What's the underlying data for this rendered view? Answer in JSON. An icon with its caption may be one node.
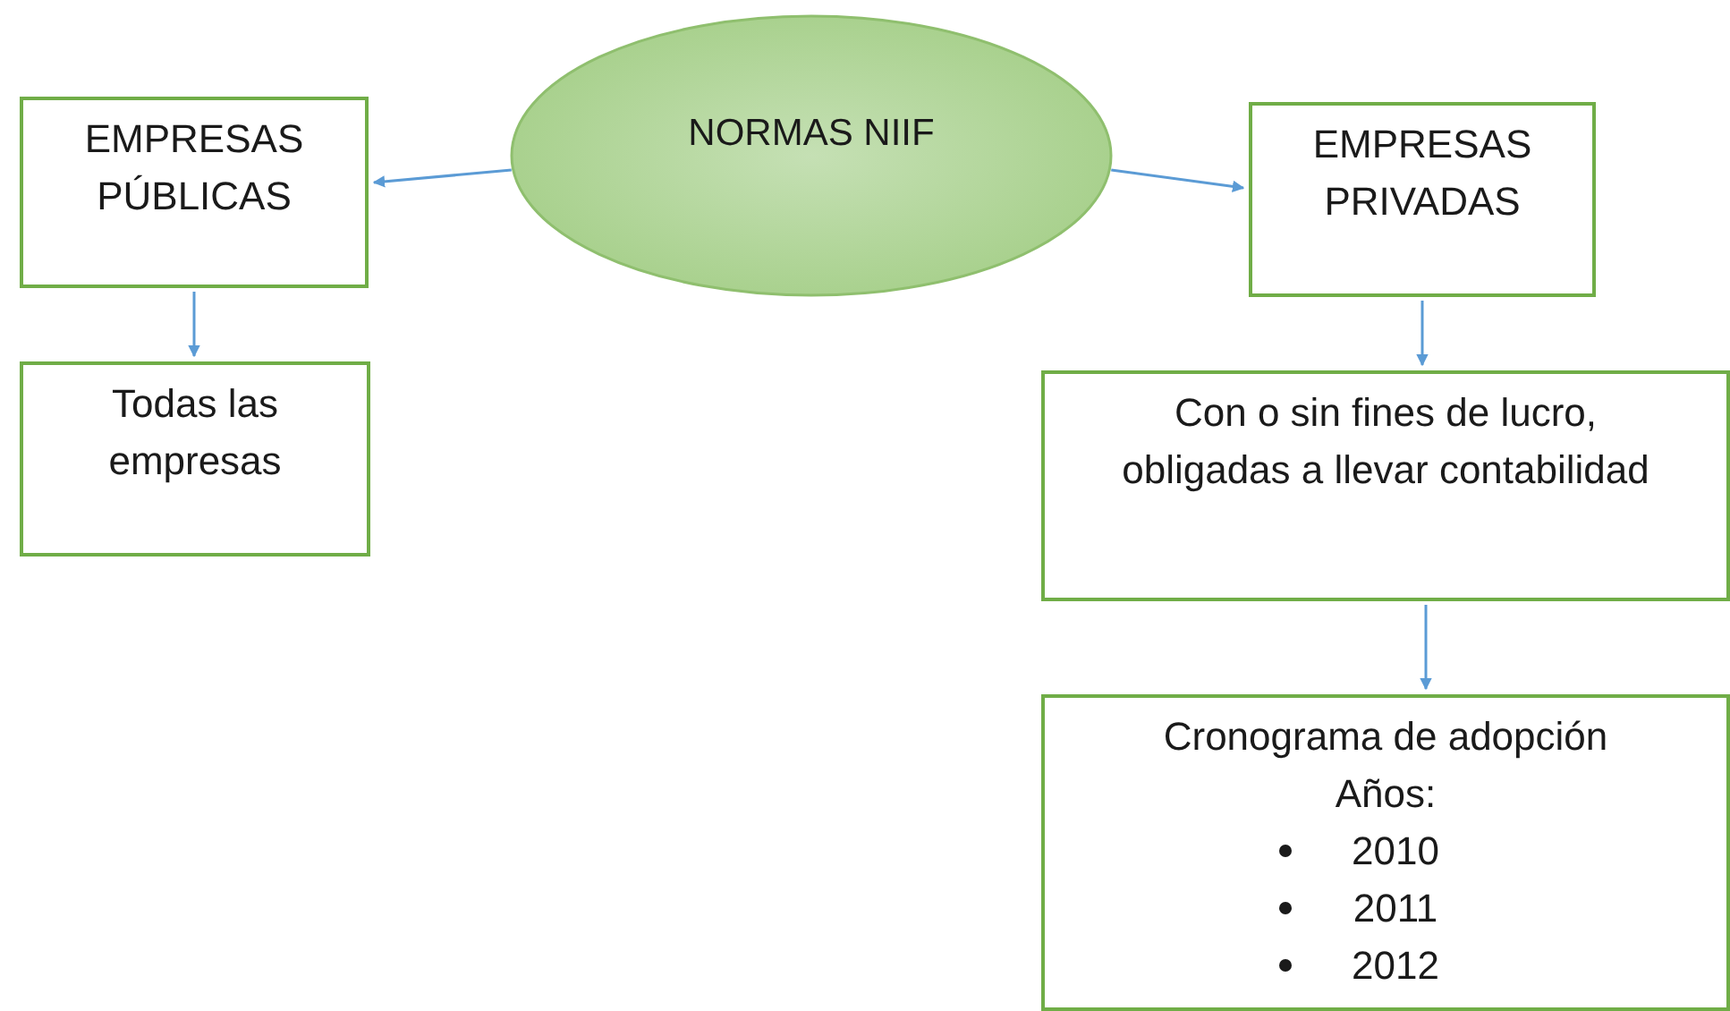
{
  "diagram": {
    "nodes": [
      {
        "text": [
          "NORMAS NIIF"
        ]
      },
      {
        "text": [
          "EMPRESAS PÚBLICAS"
        ]
      },
      {
        "text": [
          "Todas las empresas"
        ]
      },
      {
        "text": [
          "EMPRESAS PRIVADAS"
        ]
      },
      {
        "text": [
          "Con o sin fines de lucro, obligadas a llevar contabilidad"
        ]
      },
      {
        "text": [
          "Cronograma de adopción",
          "Años:",
          "2010",
          "2011",
          "2012"
        ]
      }
    ],
    "edges": [
      {
        "from": 0,
        "to": 1,
        "arrow": "to"
      },
      {
        "from": 0,
        "to": 3,
        "arrow": "to"
      },
      {
        "from": 1,
        "to": 2,
        "arrow": "to"
      },
      {
        "from": 3,
        "to": 4,
        "arrow": "to"
      },
      {
        "from": 4,
        "to": 5,
        "arrow": "to"
      }
    ]
  }
}
